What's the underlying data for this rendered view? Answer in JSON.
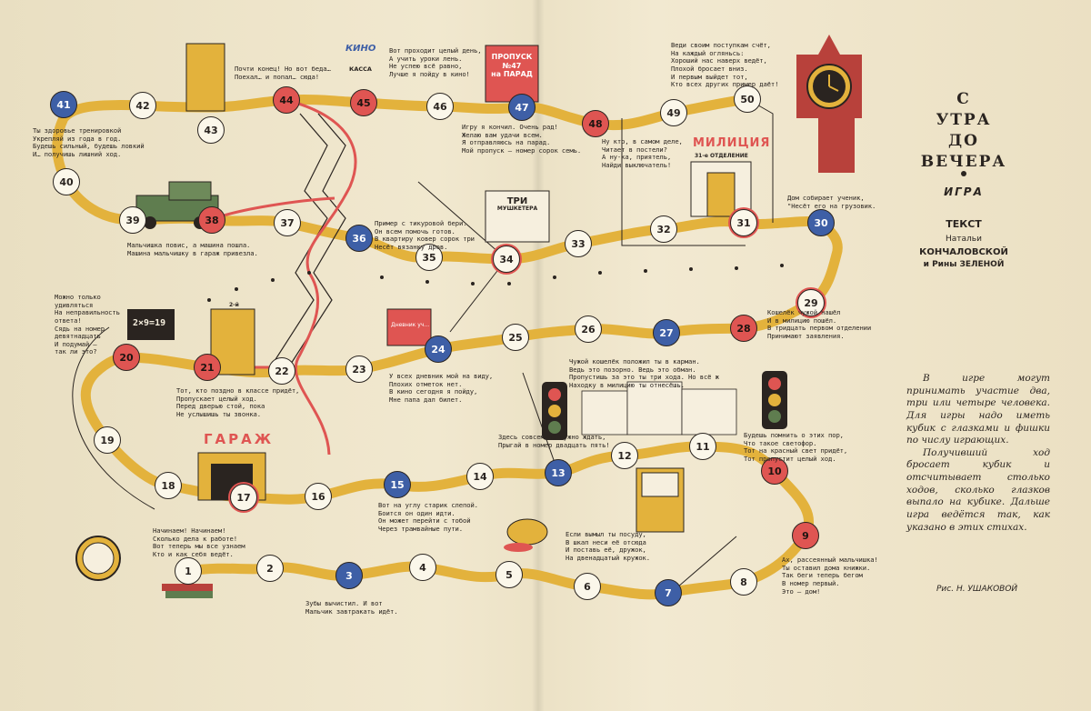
{
  "title": {
    "line1": "С",
    "line2": "УТРА",
    "line3": "ДО",
    "line4": "ВЕЧЕРА"
  },
  "subtitle": "ИГРА",
  "text_credit": {
    "heading": "ТЕКСТ",
    "authors_1": "Натальи",
    "authors_2": "КОНЧАЛОВСКОЙ",
    "authors_3": "и Рины ЗЕЛЕНОЙ"
  },
  "rules": {
    "p1": "В игре могут принимать участие два, три или четыре человека. Для игры надо иметь кубик с глазками и фишки по числу играющих.",
    "p2": "Получивший ход бросает кубик и отсчитывает столько ходов, сколько глазков выпало на кубике. Дальше игра ведётся так, как указано в этих стихах."
  },
  "illustrator": "Рис. Н. УШАКОВОЙ",
  "signs": {
    "kino": "КИНО",
    "kassa": "КАССА",
    "propusk_1": "ПРОПУСК",
    "propusk_2": "№47",
    "propusk_3": "на ПАРАД",
    "tri_1": "ТРИ",
    "tri_2": "МУШКЕТЕРА",
    "militsiya": "МИЛИЦИЯ",
    "otdelenie": "31-е ОТДЕЛЕНИЕ",
    "garazh": "ГАРАЖ",
    "math": "2×9=19",
    "diary": "Дневник уч…",
    "door_number": "2-й"
  },
  "verses": {
    "v1": "Начинаем! Начинаем!\nСколько дела к работе!\nВот теперь мы все узнаем\nКто и как себя ведёт.",
    "v3": "Зубы вычистил. И вот\nМальчик завтракать идёт.",
    "v7": "Если вымыл ты посуду,\nВ шкап неси её отсюда\nИ поставь её, дружок,\nНа двенадцатый кружок.",
    "v9": "Ах, рассеянный мальчишка!\nТы оставил дома книжки.\nТак беги теперь бегом\nВ номер первый.\nЭто — дом!",
    "v10": "Будешь помнить о этих пор,\nЧто такое светофор.\nТот на красный свет придёт,\nТот пропустит целый ход.",
    "v13": "Здесь совсем не нужно ждать,\nПрыгай в номер двадцать пять!",
    "v15": "Вот на углу старик слепой.\nБоится он один идти.\nОн может перейти с тобой\nЧерез трамвайные пути.",
    "v21": "Тот, кто поздно в классе придёт,\nПропускает целый ход.\nПеред дверью стой, пока\nНе услышишь ты звонка.",
    "v20": "Можно только\nудивляться\nНа неправильность\nответа!\nСядь на номер\nдевятнадцать\nИ подумай —\nтак ли это?",
    "v24": "У всех дневник мой на виду,\nПлохих отметок нет.\nВ кино сегодня я пойду,\nМне папа дал билет.",
    "v25": "Чужой кошелёк положил ты в карман.\nВедь это позорно. Ведь это обман.\nПропустишь за это ты три хода. Но всё ж\nНаходку в милицию ты отнесёшь.",
    "v28": "Кошелёк чужой нашёл\nИ в милицию пошёл.\nВ тридцать первом отделении\nПринимают заявления.",
    "v30": "Дом собирает ученик,\n\"Несёт его на грузовик.",
    "v36": "Пример с тикуровой бери.\nОн всем помочь готов.\nВ квартиру ковер сорок три\nНесёт вязанку дров.",
    "v38": "Мальчишка повис, а машина пошла.\nМашина мальчишку в гараж привезла.",
    "v41": "Ты здоровье тренировкой\nУкрепляй из года в год.\nБудешь сильный, будешь ловкий\nИ… получишь лишний ход.",
    "v44": "Почти конец! Но вот беда…\nПоехал… и попал… сюда!",
    "v45": "Вот проходит целый день,\nА учить уроки лень.\nНе успею всё равно,\nЛучше я пойду в кино!",
    "v47": "Игру я кончил. Очень рад!\nЖелаю вам удачи всем.\nЯ отправляюсь на парад.\nМой пропуск — номер сорок семь.",
    "v48": "Ну кто, в самом деле,\nЧитает в постели?\nА ну-ка, приятель,\nНайди выключатель!",
    "v49": "Веди своим поступкам счёт,\nНа каждый огляньсь:\nХороший нас наверх ведёт,\nПлохой бросает вниз.\nИ первым выйдет тот,\nКто всех других пример даёт!"
  },
  "cells": [
    {
      "n": "1",
      "type": "white"
    },
    {
      "n": "2",
      "type": "white"
    },
    {
      "n": "3",
      "type": "blue"
    },
    {
      "n": "4",
      "type": "white"
    },
    {
      "n": "5",
      "type": "white"
    },
    {
      "n": "6",
      "type": "white"
    },
    {
      "n": "7",
      "type": "blue"
    },
    {
      "n": "8",
      "type": "white"
    },
    {
      "n": "9",
      "type": "red"
    },
    {
      "n": "10",
      "type": "red"
    },
    {
      "n": "11",
      "type": "white"
    },
    {
      "n": "12",
      "type": "white"
    },
    {
      "n": "13",
      "type": "blue"
    },
    {
      "n": "14",
      "type": "white"
    },
    {
      "n": "15",
      "type": "blue"
    },
    {
      "n": "16",
      "type": "white"
    },
    {
      "n": "17",
      "type": "white"
    },
    {
      "n": "18",
      "type": "white"
    },
    {
      "n": "19",
      "type": "white"
    },
    {
      "n": "20",
      "type": "red"
    },
    {
      "n": "21",
      "type": "red"
    },
    {
      "n": "22",
      "type": "white"
    },
    {
      "n": "23",
      "type": "white"
    },
    {
      "n": "24",
      "type": "blue"
    },
    {
      "n": "25",
      "type": "white"
    },
    {
      "n": "26",
      "type": "white"
    },
    {
      "n": "27",
      "type": "blue"
    },
    {
      "n": "28",
      "type": "red"
    },
    {
      "n": "29",
      "type": "white"
    },
    {
      "n": "30",
      "type": "blue"
    },
    {
      "n": "31",
      "type": "white"
    },
    {
      "n": "32",
      "type": "white"
    },
    {
      "n": "33",
      "type": "white"
    },
    {
      "n": "34",
      "type": "white"
    },
    {
      "n": "35",
      "type": "white"
    },
    {
      "n": "36",
      "type": "blue"
    },
    {
      "n": "37",
      "type": "white"
    },
    {
      "n": "38",
      "type": "red"
    },
    {
      "n": "39",
      "type": "white"
    },
    {
      "n": "40",
      "type": "white"
    },
    {
      "n": "41",
      "type": "blue"
    },
    {
      "n": "42",
      "type": "white"
    },
    {
      "n": "43",
      "type": "white"
    },
    {
      "n": "44",
      "type": "red"
    },
    {
      "n": "45",
      "type": "red"
    },
    {
      "n": "46",
      "type": "white"
    },
    {
      "n": "47",
      "type": "blue"
    },
    {
      "n": "48",
      "type": "red"
    },
    {
      "n": "49",
      "type": "white"
    },
    {
      "n": "50",
      "type": "white"
    }
  ],
  "colors": {
    "paper": "#efe6cc",
    "path": "#e3b23c",
    "red": "#df5552",
    "blue": "#3e5fa6",
    "ink": "#2a2420"
  }
}
